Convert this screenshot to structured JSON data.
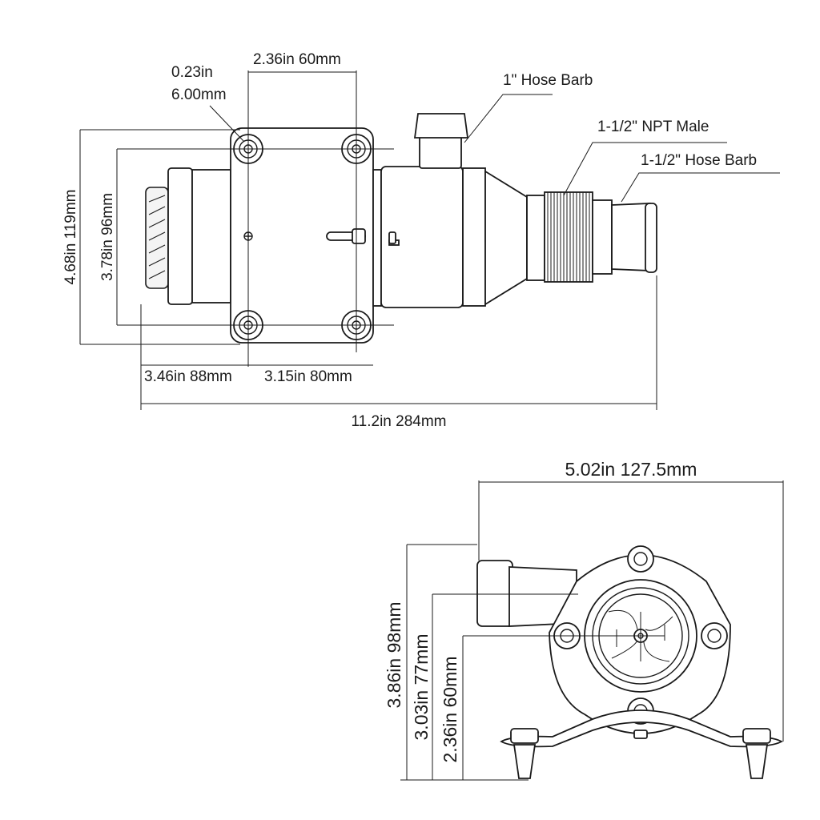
{
  "top_view": {
    "hole_dia": {
      "in": "0.23in",
      "mm": "6.00mm"
    },
    "hole_spacing_h": "2.36in 60mm",
    "hose_barb_1in": "1\" Hose Barb",
    "npt_male": "1-1/2\" NPT Male",
    "hose_barb_15in": "1-1/2\" Hose Barb",
    "height_overall": "4.68in 119mm",
    "height_holes": "3.78in 96mm",
    "len_motor": "3.46in 88mm",
    "len_mount": "3.15in 80mm",
    "len_overall": "11.2in 284mm"
  },
  "front_view": {
    "width": "5.02in 127.5mm",
    "h_overall": "3.86in 98mm",
    "h_outlet": "3.03in 77mm",
    "h_center": "2.36in 60mm"
  }
}
